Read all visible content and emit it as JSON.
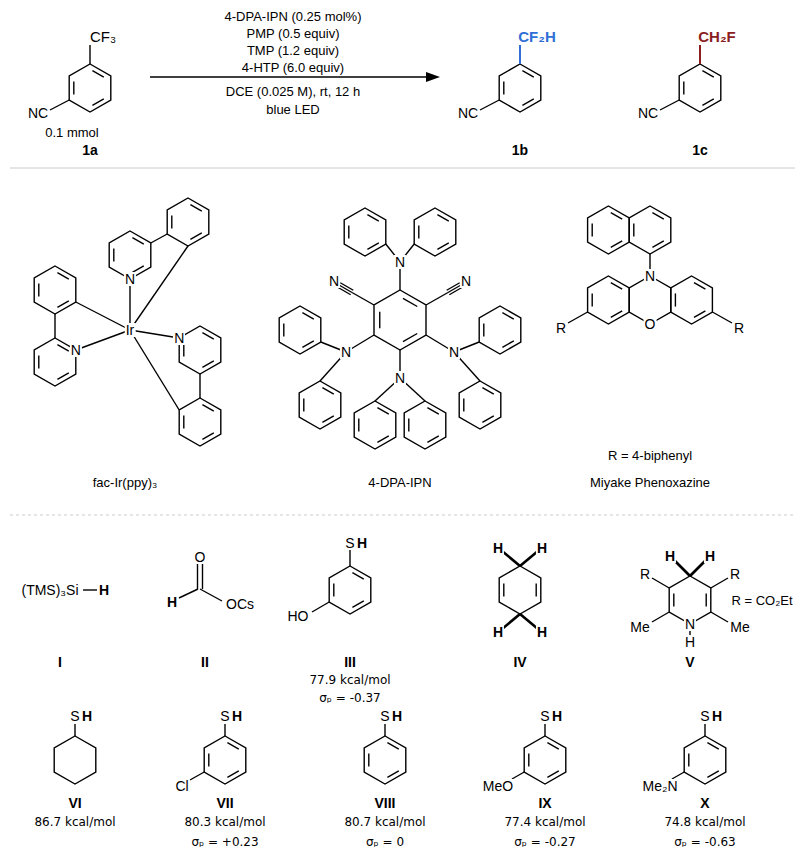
{
  "diagram": {
    "labels": [
      "4-DPA-IPN (0.25 mol%)",
      "PMP (0.5 equiv)",
      "TMP (1.2 equiv)",
      "4-HTP (6.0 equiv)",
      "DCE (0.025 M), rt, 12 h",
      "blue LED",
      "CF₃",
      "NC",
      "0.1 mmol",
      "1a",
      "CF₂H",
      "NC",
      "1b",
      "CH₂F",
      "NC",
      "1c",
      "N",
      "N",
      "N",
      "Ir",
      "fac-Ir(ppy)₃",
      "N",
      "N",
      "N",
      "N",
      "N",
      "N",
      "4-DPA-IPN",
      "N",
      "O",
      "R",
      "R",
      "R = 4-biphenyl",
      "Miyake Phenoxazine",
      "(TMS)₃Si",
      "H",
      "I",
      "H",
      "O",
      "OCs",
      "II",
      "S",
      "H",
      "HO",
      "III",
      "77.9 kcal/mol",
      "σₚ = -0.37",
      "H",
      "H",
      "H",
      "H",
      "IV",
      "H",
      "H",
      "R",
      "R",
      "Me",
      "Me",
      "N",
      "H",
      "R = CO₂Et",
      "V",
      "S",
      "H",
      "VI",
      "86.7 kcal/mol",
      "S",
      "H",
      "Cl",
      "VII",
      "80.3 kcal/mol",
      "σₚ = +0.23",
      "S",
      "H",
      "VIII",
      "80.7 kcal/mol",
      "σₚ = 0",
      "S",
      "H",
      "MeO",
      "IX",
      "77.4 kcal/mol",
      "σₚ = -0.27",
      "S",
      "H",
      "Me₂N",
      "X",
      "74.8 kcal/mol",
      "σₚ = -0.63"
    ]
  }
}
